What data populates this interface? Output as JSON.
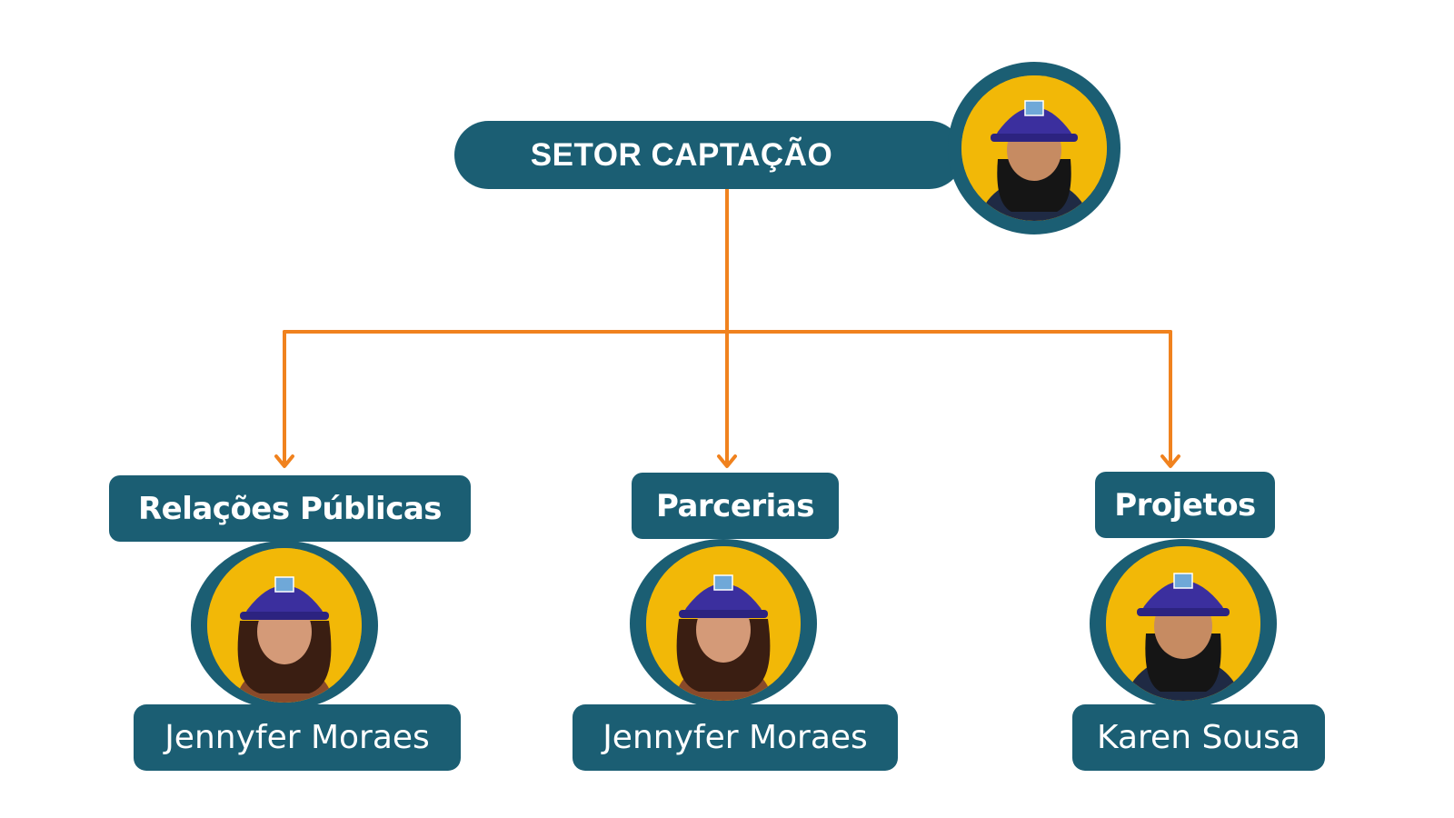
{
  "root": {
    "label": "SETOR CAPTAÇÃO"
  },
  "departments": [
    {
      "label": "Relações Públicas",
      "person": "Jennyfer Moraes"
    },
    {
      "label": "Parcerias",
      "person": "Jennyfer Moraes"
    },
    {
      "label": "Projetos",
      "person": "Karen Sousa"
    }
  ],
  "colors": {
    "node": "#1b5e73",
    "connector": "#f0821e",
    "avatar_bg": "#f2b807",
    "helmet": "#3b2f9e"
  }
}
